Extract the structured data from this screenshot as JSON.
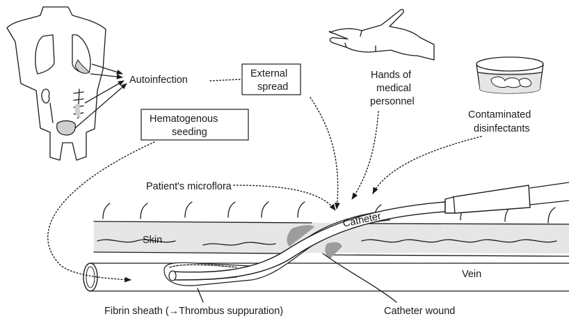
{
  "labels": {
    "autoinfection": "Autoinfection",
    "external_spread_1": "External",
    "external_spread_2": "spread",
    "hematogenous_1": "Hematogenous",
    "hematogenous_2": "seeding",
    "hands_1": "Hands of",
    "hands_2": "medical",
    "hands_3": "personnel",
    "disinfectants_1": "Contaminated",
    "disinfectants_2": "disinfectants",
    "microflora": "Patient's microflora",
    "catheter": "Catheter",
    "skin": "Skin",
    "vein": "Vein",
    "fibrin": "Fibrin sheath (→Thrombus suppuration)",
    "wound": "Catheter wound"
  },
  "icons": [
    "torso-icon",
    "hand-icon",
    "disinfectant-bowl-icon",
    "catheter-icon",
    "vein-icon",
    "skin-layer-icon"
  ],
  "colors": {
    "ink": "#1a1a1a",
    "skin_fill": "#e6e6e6",
    "organ_fill": "#cfcfcf"
  }
}
